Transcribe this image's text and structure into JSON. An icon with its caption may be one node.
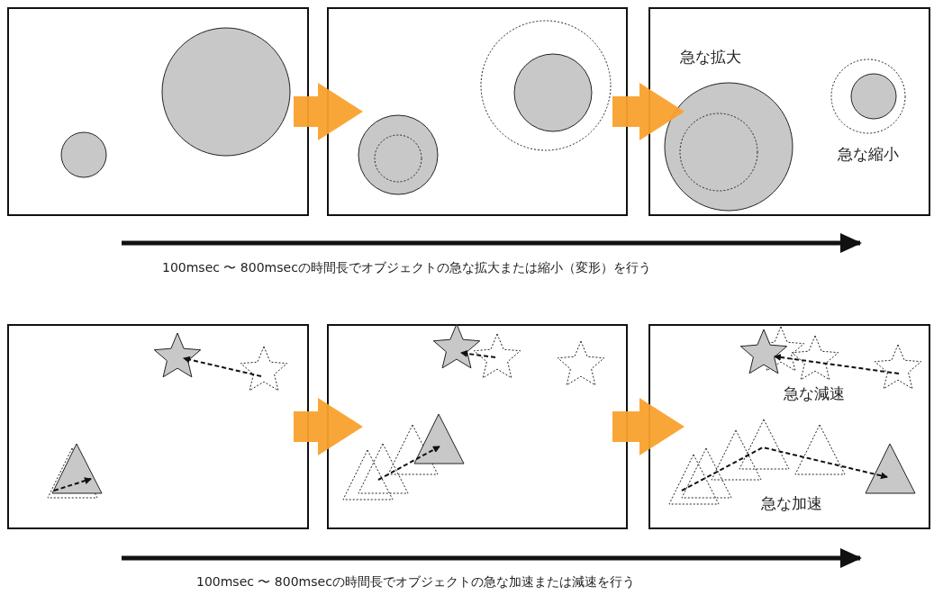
{
  "diagram": {
    "nodes": [
      {
        "text": [],
        "shape": "box"
      },
      {
        "text": [],
        "shape": "box"
      },
      {
        "text": [],
        "shape": "box"
      },
      {
        "text": [],
        "shape": "box"
      },
      {
        "text": [],
        "shape": "box"
      },
      {
        "text": [],
        "shape": "box"
      }
    ],
    "edges": [
      {
        "from": 0,
        "to": 1,
        "arrow": "to"
      },
      {
        "from": 1,
        "to": 2,
        "arrow": "to"
      },
      {
        "from": 3,
        "to": 4,
        "arrow": "to"
      },
      {
        "from": 4,
        "to": 5,
        "arrow": "to"
      }
    ],
    "labels": [
      "急な拡大",
      "急な縮小",
      "100msec 〜 800msecの時間長でオブジェクトの急な拡大または縮小（変形）を行う",
      "急な減速",
      "急な加速",
      "100msec 〜 800msecの時間長でオブジェクトの急な加速または減速を行う"
    ]
  }
}
